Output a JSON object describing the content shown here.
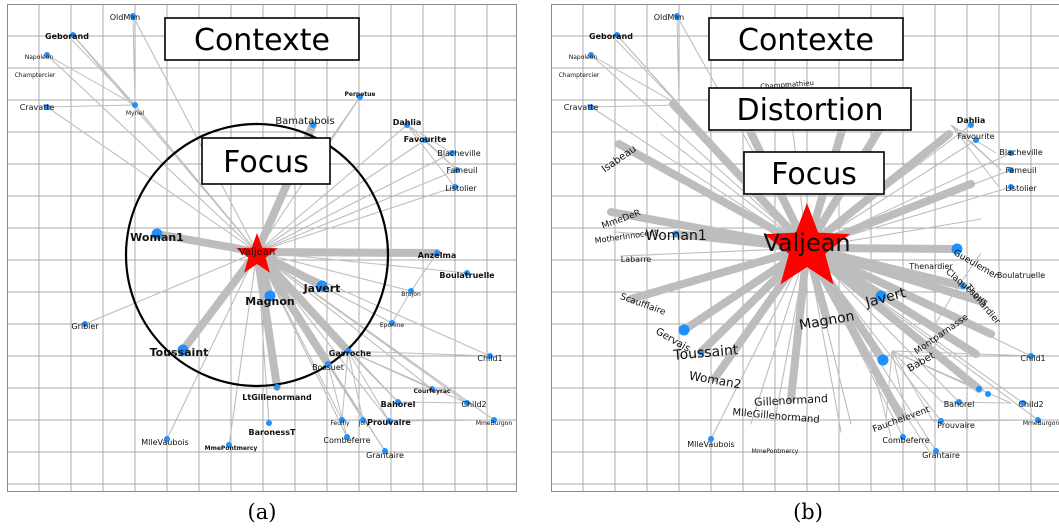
{
  "panel_a": {
    "caption": "(a)",
    "labels": {
      "context": "Contexte",
      "focus": "Focus"
    },
    "nodes": [
      {
        "name": "OldMan"
      },
      {
        "name": "Geborand"
      },
      {
        "name": "Napoleon"
      },
      {
        "name": "Champtercier"
      },
      {
        "name": "Cravatte"
      },
      {
        "name": "Myriel"
      },
      {
        "name": "Perpetue"
      },
      {
        "name": "Bamatabois"
      },
      {
        "name": "Dahlia"
      },
      {
        "name": "Favourite"
      },
      {
        "name": "Blacheville"
      },
      {
        "name": "Fameuil"
      },
      {
        "name": "Listolier"
      },
      {
        "name": "Woman1"
      },
      {
        "name": "Valjean"
      },
      {
        "name": "Magnon"
      },
      {
        "name": "Javert"
      },
      {
        "name": "Anzelma"
      },
      {
        "name": "Boulatruelle"
      },
      {
        "name": "Brujon"
      },
      {
        "name": "Eponine"
      },
      {
        "name": "Gribier"
      },
      {
        "name": "Toussaint"
      },
      {
        "name": "Gavroche"
      },
      {
        "name": "Bossuet"
      },
      {
        "name": "Child1"
      },
      {
        "name": "Courfeyrac"
      },
      {
        "name": "LtGillenormand"
      },
      {
        "name": "Bahorel"
      },
      {
        "name": "Child2"
      },
      {
        "name": "Feuilly"
      },
      {
        "name": "Joly"
      },
      {
        "name": "Prouvaire"
      },
      {
        "name": "MmeBurgon"
      },
      {
        "name": "MlleVaubois"
      },
      {
        "name": "BaronessT"
      },
      {
        "name": "Combeferre"
      },
      {
        "name": "MmePontmercy"
      },
      {
        "name": "Grantaire"
      }
    ]
  },
  "panel_b": {
    "caption": "(b)",
    "labels": {
      "context": "Contexte",
      "distortion": "Distortion",
      "focus": "Focus"
    },
    "nodes": [
      {
        "name": "OldMan"
      },
      {
        "name": "Geborand"
      },
      {
        "name": "Napoleon"
      },
      {
        "name": "Champtercier"
      },
      {
        "name": "Cravatte"
      },
      {
        "name": "Champmathieu"
      },
      {
        "name": "Dahlia"
      },
      {
        "name": "Favourite"
      },
      {
        "name": "Blacheville"
      },
      {
        "name": "Fameuil"
      },
      {
        "name": "Listolier"
      },
      {
        "name": "Isabeau"
      },
      {
        "name": "MmeDeR"
      },
      {
        "name": "MotherInnocent"
      },
      {
        "name": "Woman1"
      },
      {
        "name": "Valjean"
      },
      {
        "name": "Labarre"
      },
      {
        "name": "Gueulemer"
      },
      {
        "name": "Boulatruelle"
      },
      {
        "name": "Claquesous"
      },
      {
        "name": "Scaufflaire"
      },
      {
        "name": "Javert"
      },
      {
        "name": "Thenardier"
      },
      {
        "name": "Gervais"
      },
      {
        "name": "Magnon"
      },
      {
        "name": "Montparnasse"
      },
      {
        "name": "Toussaint"
      },
      {
        "name": "Babet"
      },
      {
        "name": "Child1"
      },
      {
        "name": "Woman2"
      },
      {
        "name": "Gillenormand"
      },
      {
        "name": "MlleGillenormand"
      },
      {
        "name": "Bahorel"
      },
      {
        "name": "Child2"
      },
      {
        "name": "MmeBurgon"
      },
      {
        "name": "Prouvaire"
      },
      {
        "name": "Combeferre"
      },
      {
        "name": "MlleVaubois"
      },
      {
        "name": "MmePontmercy"
      },
      {
        "name": "Grantaire"
      },
      {
        "name": "Fauchelevent"
      },
      {
        "name": "Thenardier"
      }
    ]
  },
  "colors": {
    "node": "#1e90ff",
    "focus_node": "#ff0000",
    "edge": "#bdbdbd",
    "grid": "#8c8c8c"
  }
}
